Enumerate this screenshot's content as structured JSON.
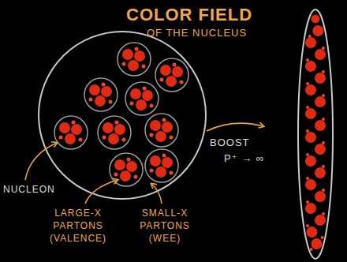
{
  "diagram": {
    "title": "COLOR FIELD",
    "labels": [
      "OF THE NUCLEUS",
      "NUCLEON",
      "LARGE-X PARTONS (VALENCE)",
      "SMALL-X PARTONS (WEE)",
      "BOOST",
      "P⁺ → ∞"
    ]
  }
}
